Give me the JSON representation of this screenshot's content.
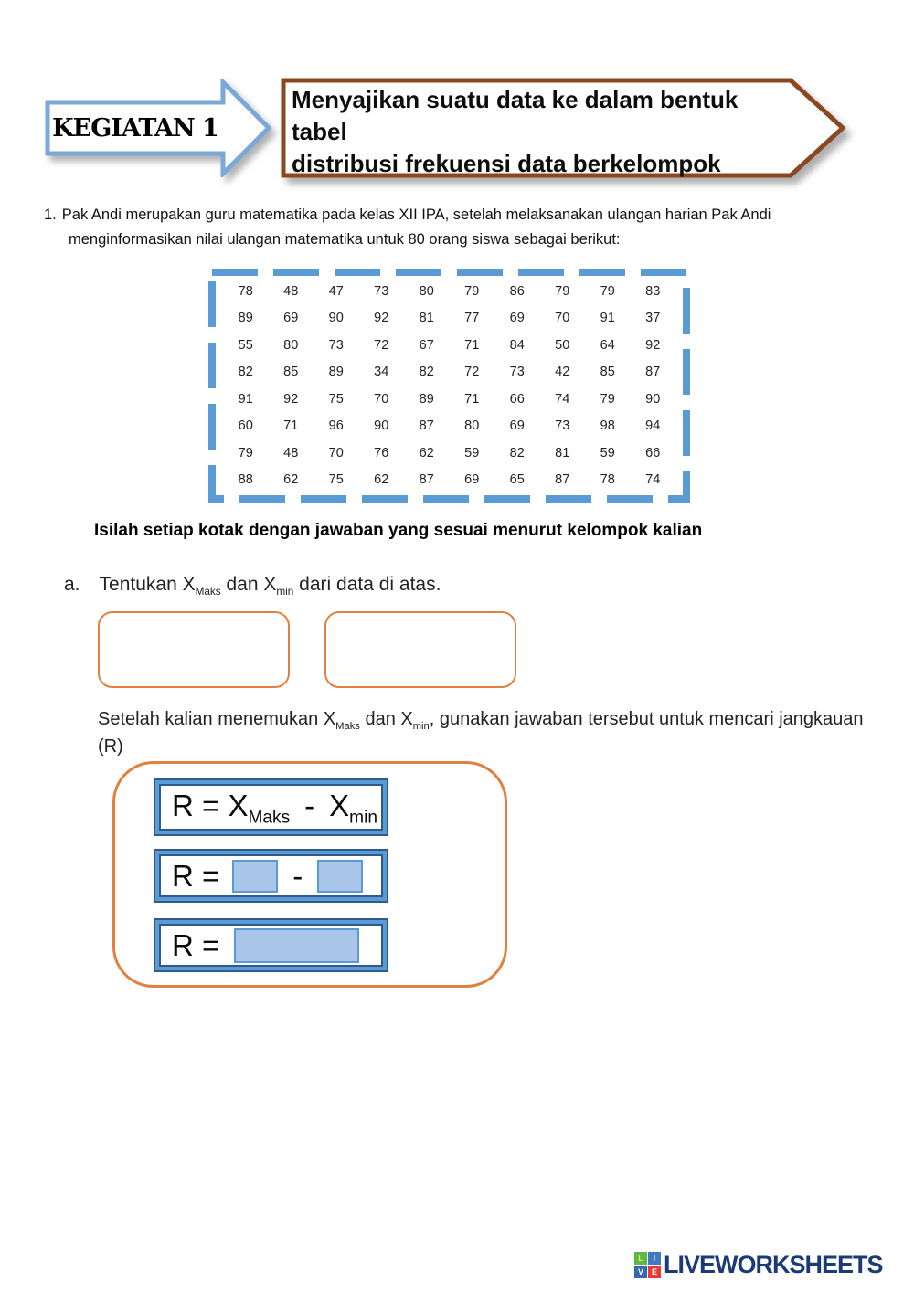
{
  "header": {
    "activity_label": "KEGIATAN 1",
    "title_line1": "Menyajikan suatu data ke dalam bentuk tabel",
    "title_line2": "distribusi frekuensi data berkelompok"
  },
  "problem": {
    "number": "1.",
    "line1": "Pak Andi merupakan guru matematika pada kelas XII IPA, setelah melaksanakan ulangan harian Pak Andi",
    "line2": "menginformasikan nilai ulangan matematika untuk 80 orang siswa sebagai berikut:"
  },
  "data_table": {
    "rows": [
      [
        78,
        48,
        47,
        73,
        80,
        79,
        86,
        79,
        79,
        83
      ],
      [
        89,
        69,
        90,
        92,
        81,
        77,
        69,
        70,
        91,
        37
      ],
      [
        55,
        80,
        73,
        72,
        67,
        71,
        84,
        50,
        64,
        92
      ],
      [
        82,
        85,
        89,
        34,
        82,
        72,
        73,
        42,
        85,
        87
      ],
      [
        91,
        92,
        75,
        70,
        89,
        71,
        66,
        74,
        79,
        90
      ],
      [
        60,
        71,
        96,
        90,
        87,
        80,
        69,
        73,
        98,
        94
      ],
      [
        79,
        48,
        70,
        76,
        62,
        59,
        82,
        81,
        59,
        66
      ],
      [
        88,
        62,
        75,
        62,
        87,
        69,
        65,
        87,
        78,
        74
      ]
    ]
  },
  "instruction": "Isilah setiap kotak dengan jawaban yang sesuai menurut kelompok kalian",
  "question_a": {
    "marker": "a.",
    "part1": "Tentukan X",
    "sub1": "Maks",
    "part2": " dan X",
    "sub2": "min",
    "part3": " dari data di atas."
  },
  "answer_boxes": {
    "xmaks_value": "",
    "xmin_value": ""
  },
  "followup": {
    "part1": "Setelah kalian menemukan X",
    "sub1": "Maks",
    "part2": " dan X",
    "sub2": "min",
    "part3": ", gunakan jawaban tersebut untuk mencari jangkauan",
    "line2": "(R)"
  },
  "formula": {
    "row1": {
      "prefix": "R = X",
      "sub1": "Maks",
      "minus": "-",
      "x2": "X",
      "sub2": "min"
    },
    "row2": {
      "label": "R =",
      "minus": "-",
      "input1_value": "",
      "input2_value": ""
    },
    "row3": {
      "label": "R =",
      "input_value": ""
    }
  },
  "footer": {
    "brand": "LIVEWORKSHEETS",
    "logo_letters": [
      "L",
      "I",
      "V",
      "E"
    ],
    "logo_colors": [
      "#5cb947",
      "#3f7ac6",
      "#3668b0",
      "#e73b36"
    ]
  },
  "colors": {
    "banner_blue": "#7ba7d9",
    "banner_brown": "#8c4720",
    "dashed_border_blue": "#5b9bd5",
    "answer_box_orange": "#e0813f",
    "formula_frame_blue": "#5b9bd5",
    "formula_frame_outline": "#2f5b8c",
    "input_fill_blue": "#a9c6e9",
    "brand_navy": "#1b3a78"
  }
}
